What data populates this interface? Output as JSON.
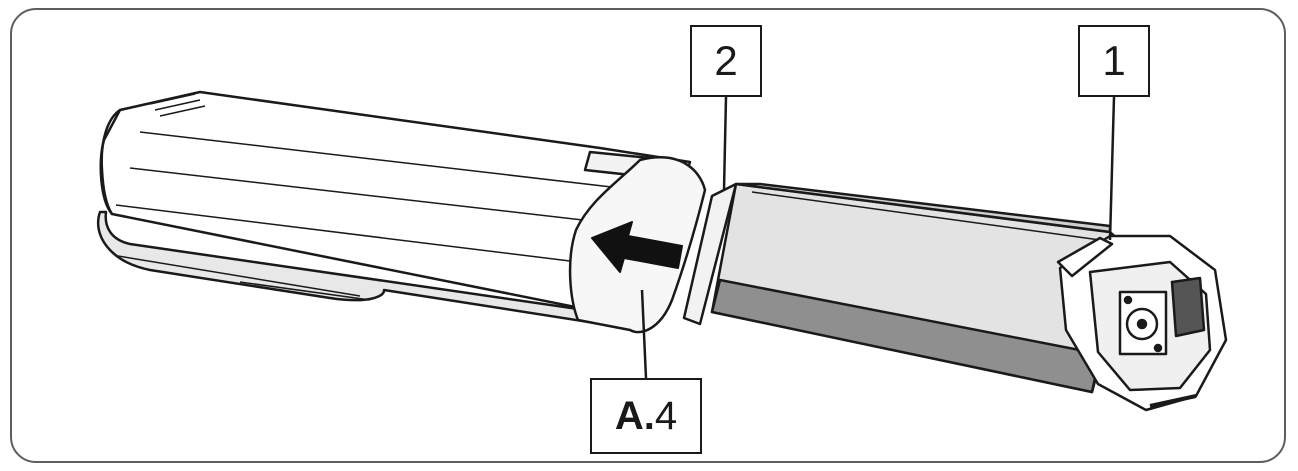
{
  "callouts": {
    "label_2": "2",
    "label_1": "1",
    "label_a4_prefix": "A.",
    "label_a4_suffix": "4"
  },
  "colors": {
    "outline": "#1a1a1a",
    "sleeve_fill": "#ffffff",
    "battery_fill": "#e3e3e3",
    "battery_dark": "#8f8f8f",
    "arrow": "#111111",
    "frame": "#5e5e5e"
  },
  "icons": [
    "left-arrow-icon"
  ]
}
